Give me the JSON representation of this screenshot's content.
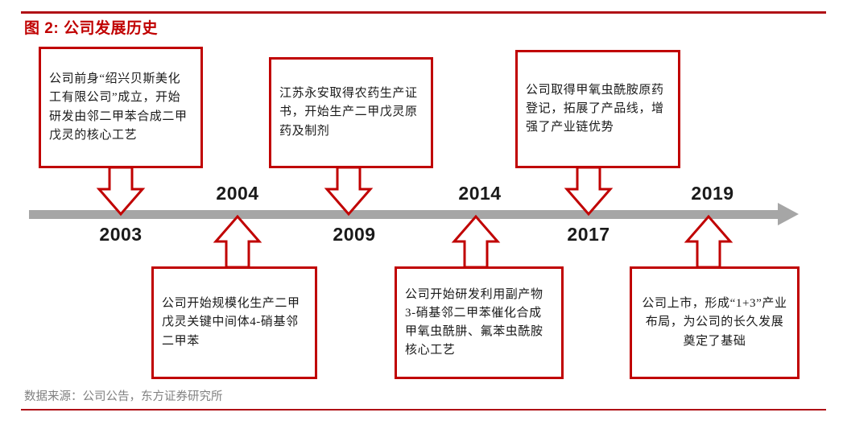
{
  "figure": {
    "title": "图 2: 公司发展历史",
    "source": "数据来源：公司公告，东方证券研究所",
    "accent_color": "#C00000",
    "rule_color": "#B01116",
    "timeline_color": "#A6A6A6",
    "year_color": "#1a1a1a",
    "source_color": "#808080"
  },
  "chart_data": {
    "type": "timeline",
    "title": "图 2: 公司发展历史",
    "axis_label": "",
    "events": [
      {
        "year": "2003",
        "year_position": "below",
        "box_position": "above",
        "text": "公司前身“绍兴贝斯美化工有限公司”成立，开始研发由邻二甲苯合成二甲戊灵的核心工艺"
      },
      {
        "year": "2004",
        "year_position": "above",
        "box_position": "below",
        "text": "公司开始规模化生产二甲戊灵关键中间体4-硝基邻二甲苯"
      },
      {
        "year": "2009",
        "year_position": "below",
        "box_position": "above",
        "text": "江苏永安取得农药生产证书，开始生产二甲戊灵原药及制剂"
      },
      {
        "year": "2014",
        "year_position": "above",
        "box_position": "below",
        "text": "公司开始研发利用副产物3-硝基邻二甲苯催化合成甲氧虫酰肼、氟苯虫酰胺核心工艺"
      },
      {
        "year": "2017",
        "year_position": "below",
        "box_position": "above",
        "text": "公司取得甲氧虫酰胺原药登记，拓展了产品线，增强了产业链优势"
      },
      {
        "year": "2019",
        "year_position": "above",
        "box_position": "below",
        "text": "公司上市，形成“1+3”产业布局，为公司的长久发展奠定了基础"
      }
    ]
  }
}
